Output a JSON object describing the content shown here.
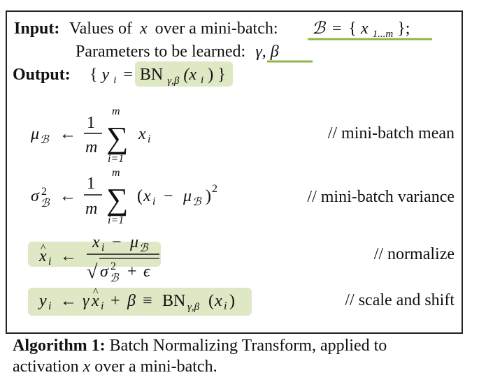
{
  "algorithm": {
    "input_label": "Input:",
    "input_text": "Values of",
    "input_var": "x",
    "input_mid": "over a mini-batch:",
    "input_set_lhs": "ℬ",
    "input_set_eq": "=",
    "input_set_open": "{",
    "input_set_x": "x",
    "input_set_sub": "1...m",
    "input_set_close": "};",
    "params_text": "Parameters to be learned:",
    "params_vars": "γ, β",
    "output_label": "Output:",
    "output_open": "{",
    "output_yi_y": "y",
    "output_yi_i": "i",
    "output_eq": "=",
    "output_bn": "BN",
    "output_bn_sub": "γ,β",
    "output_arg": "(x",
    "output_arg_i": "i",
    "output_arg_close": ")",
    "output_close": "}",
    "steps": [
      {
        "comment": "// mini-batch mean"
      },
      {
        "comment": "// mini-batch variance"
      },
      {
        "comment": "// normalize"
      },
      {
        "comment": "// scale and shift"
      }
    ]
  },
  "math_glyphs": {
    "mu": "μ",
    "sigma": "σ",
    "calB": "ℬ",
    "arrow": "←",
    "one": "1",
    "m": "m",
    "sum": "∑",
    "i_eq_1": "i=1",
    "x": "x",
    "i": "i",
    "minus": "−",
    "lparen": "(",
    "rparen": ")",
    "two": "2",
    "sqrt": "√",
    "plus": "+",
    "epsilon": "ϵ",
    "hat": "^",
    "y": "y",
    "gamma": "γ",
    "beta": "β",
    "equiv": "≡",
    "bn": "BN",
    "gb": "γ,β"
  },
  "caption": {
    "label": "Algorithm 1:",
    "text1": "Batch Normalizing Transform, applied to",
    "text2": "activation",
    "var": "x",
    "text3": "over a mini-batch."
  },
  "colors": {
    "highlight": "#dfe8c4",
    "underline": "#8fb64a",
    "border": "#222222"
  }
}
